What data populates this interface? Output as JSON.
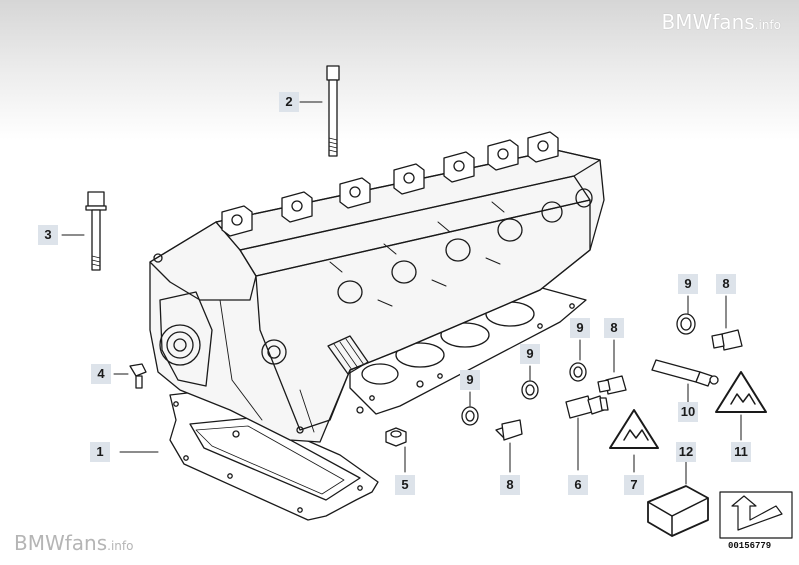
{
  "branding": {
    "site_name": "BMWfans",
    "site_suffix": ".info"
  },
  "diagram_id": "00156779",
  "callouts": {
    "c1": "1",
    "c2": "2",
    "c3": "3",
    "c4": "4",
    "c5": "5",
    "c6": "6",
    "c7": "7",
    "c8a": "8",
    "c8b": "8",
    "c8c": "8",
    "c9a": "9",
    "c9b": "9",
    "c9c": "9",
    "c9d": "9",
    "c10": "10",
    "c11": "11",
    "c12": "12"
  },
  "colors": {
    "line": "#1a1a1a",
    "callout_bg": "#dde3ea",
    "shading": "#d0d0d0"
  }
}
